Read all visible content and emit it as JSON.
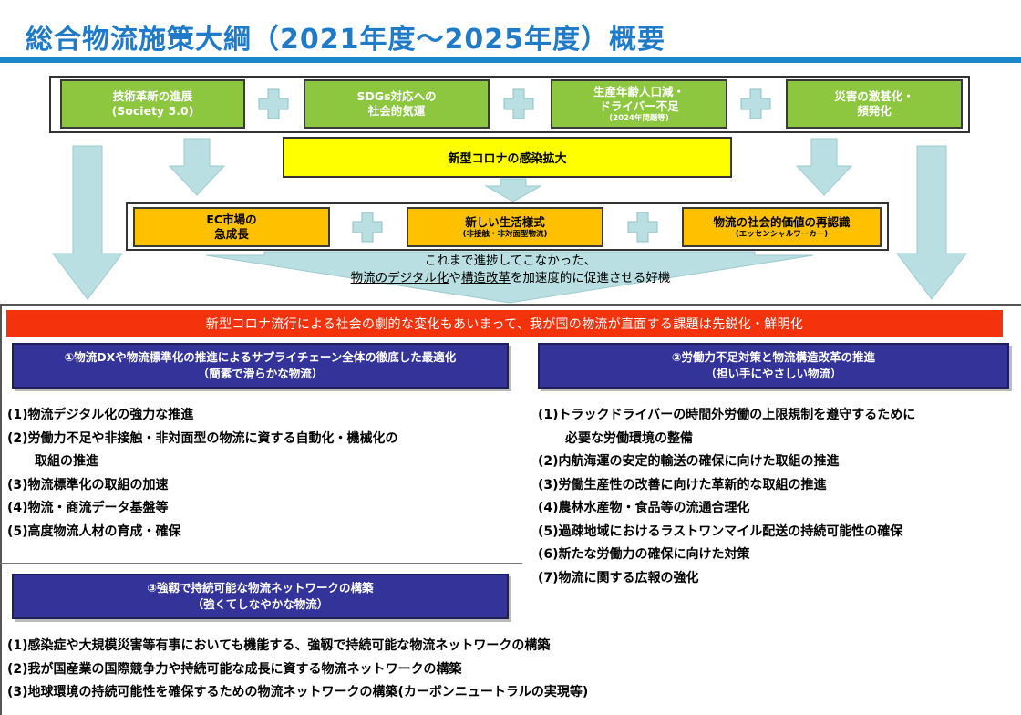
{
  "title": "総合物流施策大綱（2021年度～2025年度）概要",
  "factors": [
    {
      "line1": "技術革新の進展",
      "line2": "(Society 5.0)",
      "note": ""
    },
    {
      "line1": "SDGs対応への",
      "line2": "社会的気運",
      "note": ""
    },
    {
      "line1": "生産年齢人口減・",
      "line2": "ドライバー不足",
      "note": "(2024年問題等)"
    },
    {
      "line1": "災害の激甚化・",
      "line2": "頻発化",
      "note": ""
    }
  ],
  "covid": "新型コロナの感染拡大",
  "effects": [
    {
      "line1": "EC市場の",
      "line2": "急成長",
      "small": false
    },
    {
      "line1": "新しい生活様式",
      "line2": "(非接触・非対面型物流)",
      "small": true
    },
    {
      "line1": "物流の社会的価値の再認識",
      "line2": "(エッセンシャルワーカー)",
      "small": true
    }
  ],
  "caption": {
    "line1": "これまで進捗してこなかった、",
    "part1": "物流のデジタル化",
    "part2": "や",
    "part3": "構造改革",
    "part4": "を加速度的に促進させる好機"
  },
  "banner": "新型コロナ流行による社会の劇的な変化もあいまって、我が国の物流が直面する課題は先鋭化・鮮明化",
  "pillars": [
    {
      "title": "①物流DXや物流標準化の推進によるサプライチェーン全体の徹底した最適化",
      "subtitle": "（簡素で滑らかな物流）",
      "items": [
        "(1)物流デジタル化の強力な推進",
        "(2)労働力不足や非接触・非対面型の物流に資する自動化・機械化の",
        "取組の推進",
        "(3)物流標準化の取組の加速",
        "(4)物流・商流データ基盤等",
        "(5)高度物流人材の育成・確保"
      ]
    },
    {
      "title": "②労働力不足対策と物流構造改革の推進",
      "subtitle": "（担い手にやさしい物流）",
      "items": [
        "(1)トラックドライバーの時間外労働の上限規制を遵守するために",
        "必要な労働環境の整備",
        "(2)内航海運の安定的輸送の確保に向けた取組の推進",
        "(3)労働生産性の改善に向けた革新的な取組の推進",
        "(4)農林水産物・食品等の流通合理化",
        "(5)過疎地域におけるラストワンマイル配送の持続可能性の確保",
        "(6)新たな労働力の確保に向けた対策",
        "(7)物流に関する広報の強化"
      ]
    },
    {
      "title": "③強靱で持続可能な物流ネットワークの構築",
      "subtitle": "（強くてしなやかな物流）",
      "items": [
        "(1)感染症や大規模災害等有事においても機能する、強靱で持続可能な物流ネットワークの構築",
        "(2)我が国産業の国際競争力や持続可能な成長に資する物流ネットワークの構築",
        "(3)地球環境の持続可能性を確保するための物流ネットワークの構築(カーボンニュートラルの実現等)"
      ]
    }
  ],
  "colors": {
    "title": "#1f7ac8",
    "factor": "#8dc63f",
    "covid": "#ffff00",
    "effect": "#ffc000",
    "banner": "#f4320c",
    "pillar": "#333399",
    "arrow": "#b9dfe2"
  }
}
